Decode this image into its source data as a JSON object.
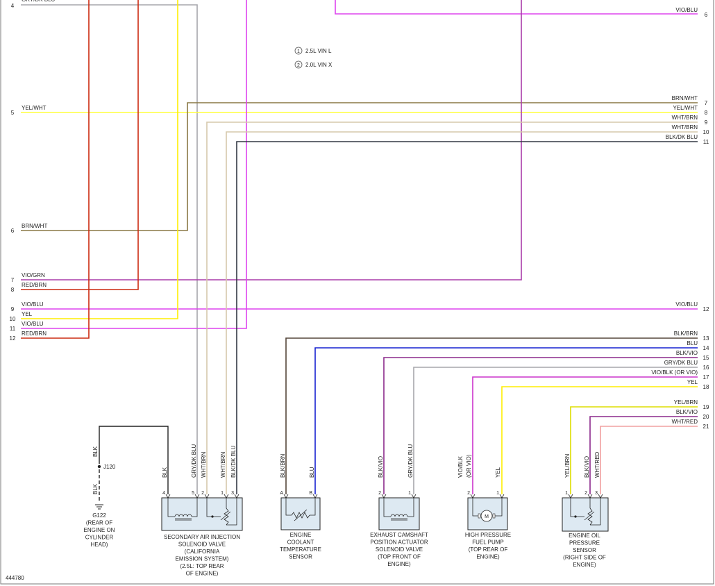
{
  "diagram_id": "444780",
  "legend": [
    {
      "num": "1",
      "text": "2.5L VIN L"
    },
    {
      "num": "2",
      "text": "2.0L VIN X"
    }
  ],
  "colors": {
    "GRY/DK BLU": "#a6a6ac",
    "VIO/BLU": "#dd44ee",
    "YEL/WHT": "#ffff3c",
    "BRN/WHT": "#8a7845",
    "WHT/BRN": "#d6c8ac",
    "BLK/DK BLU": "#333844",
    "VIO/GRN": "#aa3caa",
    "RED/BRN": "#cc2a10",
    "YEL": "#ffee00",
    "BLK/BRN": "#55463a",
    "BLU": "#1520d0",
    "BLK/VIO": "#8c2a8c",
    "VIO/BLK": "#cc33cc",
    "YEL/BRN": "#dddd00",
    "WHT/RED": "#f0a0a0",
    "BLK": "#222222",
    "frame": "#777777"
  },
  "top_wires": [
    {
      "label": "GRY/DK BLU",
      "left_pin": "4"
    },
    {
      "label": "VIO/BLU",
      "right_pin": "6"
    }
  ],
  "left_wires": [
    {
      "pin": "5",
      "label": "YEL/WHT"
    },
    {
      "pin": "6",
      "label": "BRN/WHT"
    },
    {
      "pin": "7",
      "label": "VIO/GRN"
    },
    {
      "pin": "8",
      "label": "RED/BRN"
    },
    {
      "pin": "9",
      "label": "VIO/BLU"
    },
    {
      "pin": "10",
      "label": "YEL"
    },
    {
      "pin": "11",
      "label": "VIO/BLU"
    },
    {
      "pin": "12",
      "label": "RED/BRN"
    }
  ],
  "right_wires": [
    {
      "pin": "7",
      "label": "BRN/WHT"
    },
    {
      "pin": "8",
      "label": "YEL/WHT"
    },
    {
      "pin": "9",
      "label": "WHT/BRN"
    },
    {
      "pin": "10",
      "label": "WHT/BRN"
    },
    {
      "pin": "11",
      "label": "BLK/DK BLU"
    },
    {
      "pin": "12",
      "label": "VIO/BLU"
    },
    {
      "pin": "13",
      "label": "BLK/BRN"
    },
    {
      "pin": "14",
      "label": "BLU"
    },
    {
      "pin": "15",
      "label": "BLK/VIO"
    },
    {
      "pin": "16",
      "label": "GRY/DK BLU"
    },
    {
      "pin": "17",
      "label": "VIO/BLK   (OR VIO)"
    },
    {
      "pin": "18",
      "label": "YEL"
    },
    {
      "pin": "19",
      "label": "YEL/BRN"
    },
    {
      "pin": "20",
      "label": "BLK/VIO"
    },
    {
      "pin": "21",
      "label": "WHT/RED"
    }
  ],
  "vertical_labels": {
    "ground_blk_top": "BLK",
    "ground_blk_bottom": "BLK",
    "sai_blk": "BLK",
    "sai_grydkblu": "GRY/DK BLU",
    "sai_whtbrn_a": "WHT/BRN",
    "sai_whtbrn_b": "WHT/BRN",
    "sai_blkdkblu": "BLK/DK BLU",
    "ect_blkbrn": "BLK/BRN",
    "ect_blu": "BLU",
    "cam_blkvio": "BLK/VIO",
    "cam_grydkblu": "GRY/DK BLU",
    "pump_violblk": "VIO/BLK",
    "pump_orvio": "(OR VIO)",
    "pump_yel": "YEL",
    "oil_yelbrn": "YEL/BRN",
    "oil_blkvio": "BLK/VIO",
    "oil_whtred": "WHT/RED"
  },
  "pins": {
    "sai": [
      "4",
      "5",
      "2",
      "1",
      "3"
    ],
    "ect": [
      "A",
      "B"
    ],
    "cam": [
      "2",
      "1"
    ],
    "pump": [
      "2",
      "1"
    ],
    "oil": [
      "1",
      "2",
      "3"
    ]
  },
  "ground": {
    "splice": "J120",
    "caption": [
      "G122",
      "(REAR OF",
      "ENGINE ON",
      "CYLINDER",
      "HEAD)"
    ]
  },
  "components": {
    "sai": [
      "SECONDARY AIR INJECTION",
      "SOLENOID VALVE",
      "(CALIFORNIA",
      "EMISSION SYSTEM)",
      "(2.5L: TOP REAR",
      "OF ENGINE)"
    ],
    "ect": [
      "ENGINE",
      "COOLANT",
      "TEMPERATURE",
      "SENSOR"
    ],
    "cam": [
      "EXHAUST CAMSHAFT",
      "POSITION ACTUATOR",
      "SOLENOID VALVE",
      "(TOP FRONT OF",
      "ENGINE)"
    ],
    "pump": [
      "HIGH PRESSURE",
      "FUEL PUMP",
      "(TOP REAR OF",
      "ENGINE)"
    ],
    "oil": [
      "ENGINE OIL",
      "PRESSURE",
      "SENSOR",
      "(RIGHT SIDE OF",
      "ENGINE)"
    ],
    "motor_symbol": "M"
  }
}
